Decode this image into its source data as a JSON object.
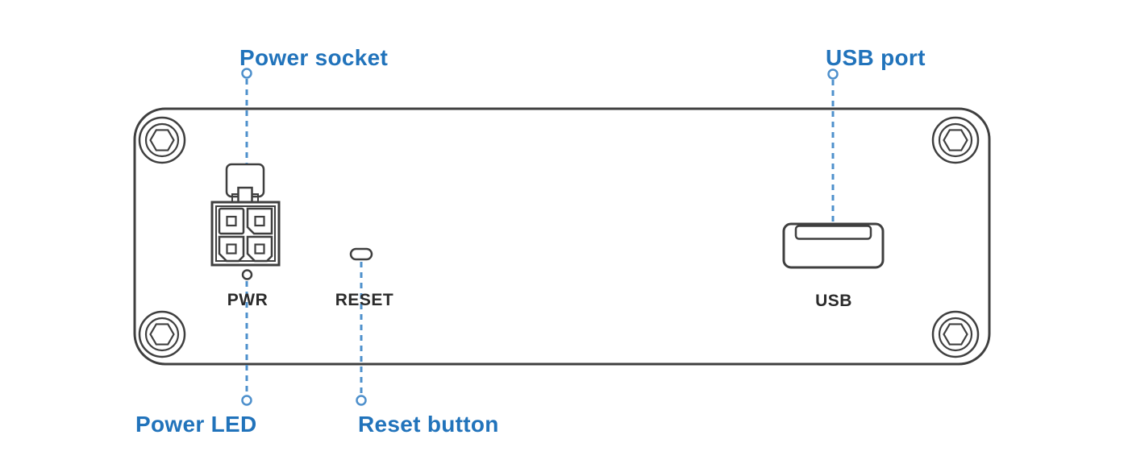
{
  "callouts": {
    "power_socket": {
      "label": "Power socket"
    },
    "usb_port": {
      "label": "USB port"
    },
    "power_led": {
      "label": "Power LED"
    },
    "reset_button": {
      "label": "Reset button"
    }
  },
  "panel_labels": {
    "pwr": "PWR",
    "reset": "RESET",
    "usb": "USB"
  },
  "colors": {
    "outline": "#3f3f3f",
    "panel_text": "#2b2b2b",
    "callout_text": "#2173bb",
    "leader_line": "#4e90cc",
    "background": "#ffffff"
  }
}
